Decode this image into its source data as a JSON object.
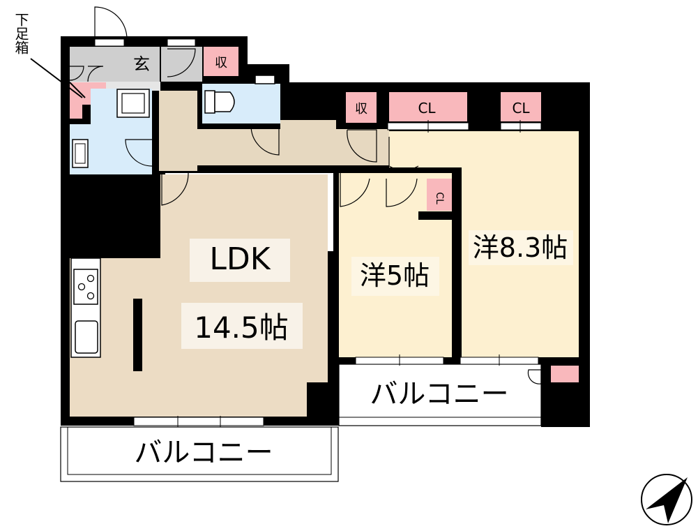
{
  "colors": {
    "wall": "#000000",
    "ldk_floor": "#ecdcc4",
    "corridor_floor": "#e6d8c0",
    "bedroom_floor": "#fdf0d0",
    "wet_area": "#d8ecfa",
    "entrance": "#cfcfcf",
    "storage": "#f9b8bc",
    "balcony": "#ffffff",
    "label_bg": "#f8f2e8"
  },
  "labels": {
    "entrance": "玄",
    "shoe_box": "下足箱",
    "storage_entry": "収",
    "storage_hall": "収",
    "closet_a": "CL",
    "closet_b": "CL",
    "closet_small": "CL",
    "ldk": "LDK",
    "ldk_size": "14.5帖",
    "room_5": "洋5帖",
    "room_8": "洋8.3帖",
    "balcony_front": "バルコニー",
    "balcony_side": "バルコニー"
  },
  "icons": {
    "north_arrow": "north-arrow-icon",
    "toilet": "toilet-icon",
    "bathtub": "bathtub-icon",
    "stove": "stove-icon",
    "sink": "sink-icon",
    "washbasin": "washbasin-icon",
    "washing_machine": "washing-machine-icon"
  }
}
